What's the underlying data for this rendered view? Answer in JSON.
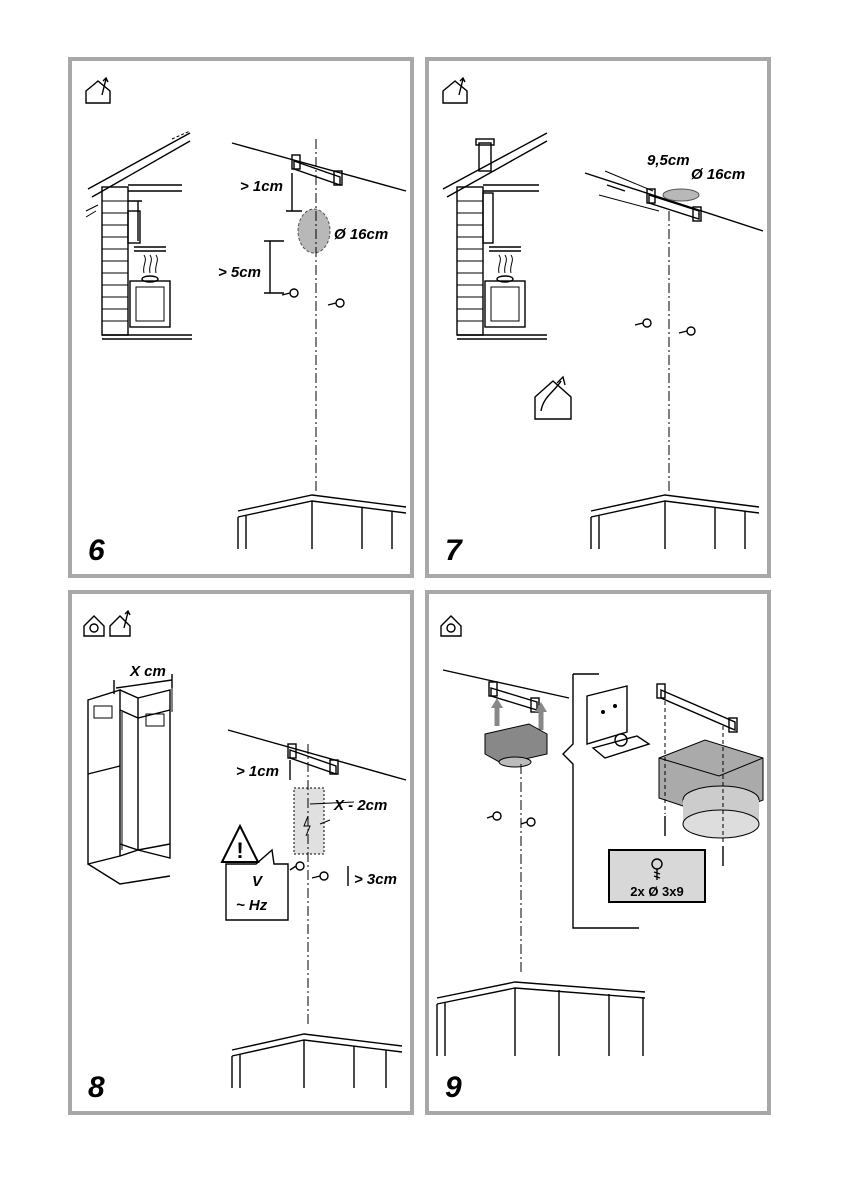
{
  "panels": [
    {
      "number": "6",
      "labels": {
        "clearance_top": "> 1cm",
        "diameter": "Ø 16cm",
        "clearance_screws": "> 5cm"
      }
    },
    {
      "number": "7",
      "labels": {
        "width": "9,5cm",
        "diameter": "Ø 16cm"
      }
    },
    {
      "number": "8",
      "labels": {
        "chimney_width": "X cm",
        "clearance_top": "> 1cm",
        "outlet_offset": "X - 2cm",
        "clearance_bottom": "> 3cm",
        "voltage": "V",
        "frequency": "~ Hz",
        "warning": "!"
      }
    },
    {
      "number": "9",
      "labels": {
        "screw_spec": "2x Ø 3x9"
      }
    }
  ]
}
